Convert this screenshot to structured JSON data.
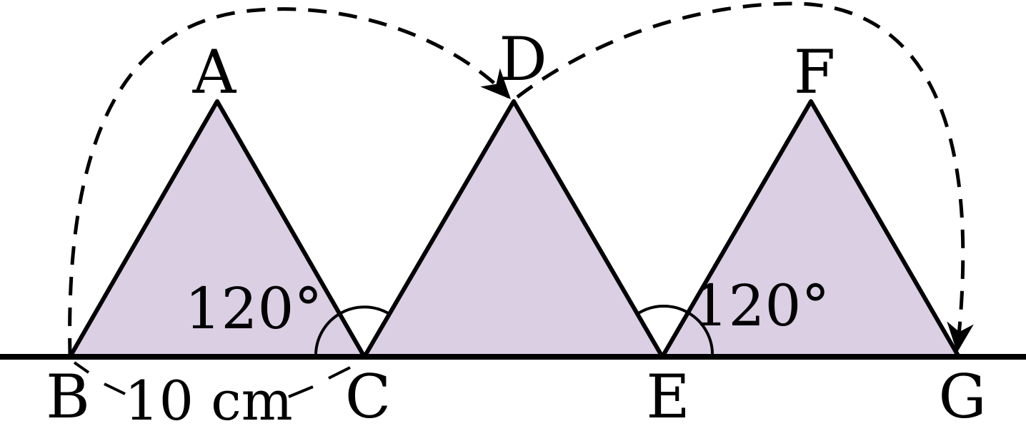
{
  "diagram": {
    "points": {
      "A": "A",
      "B": "B",
      "C": "C",
      "D": "D",
      "E": "E",
      "F": "F",
      "G": "G"
    },
    "angle_labels": [
      "120°",
      "120°"
    ],
    "length_label": "10 cm",
    "colors": {
      "triangle_fill": "#dbcfe4",
      "stroke": "#000000",
      "background": "#ffffff"
    },
    "shapes": [
      "triangle-ABC",
      "triangle-CDE",
      "triangle-EFG"
    ],
    "arrows": [
      "arc-B-to-D",
      "arc-D-to-G"
    ]
  }
}
